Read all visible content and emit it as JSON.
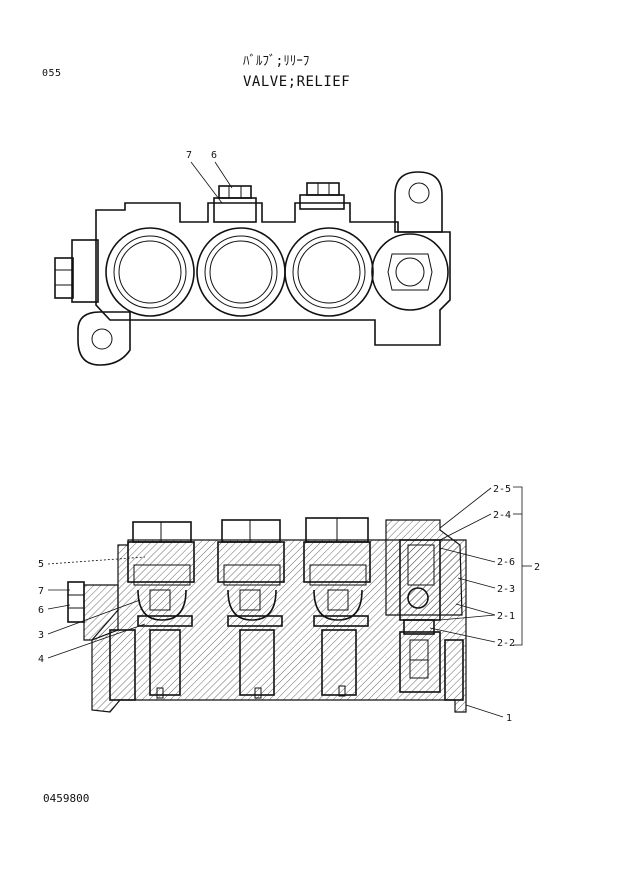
{
  "header": {
    "page_number": "055",
    "title_jp": "ﾊﾞﾙﾌﾞ;ﾘﾘｰﾌ",
    "title_en": "VALVE;RELIEF"
  },
  "top_view": {
    "callouts": [
      "7",
      "6"
    ]
  },
  "section_view": {
    "callouts_left": [
      "5",
      "7",
      "6",
      "3",
      "4"
    ],
    "callouts_right": [
      "2-5",
      "2-4",
      "2-6",
      "2-3",
      "2-1",
      "2-2",
      "1"
    ],
    "group_label": "2"
  },
  "footer": {
    "doc_code": "0459800"
  }
}
